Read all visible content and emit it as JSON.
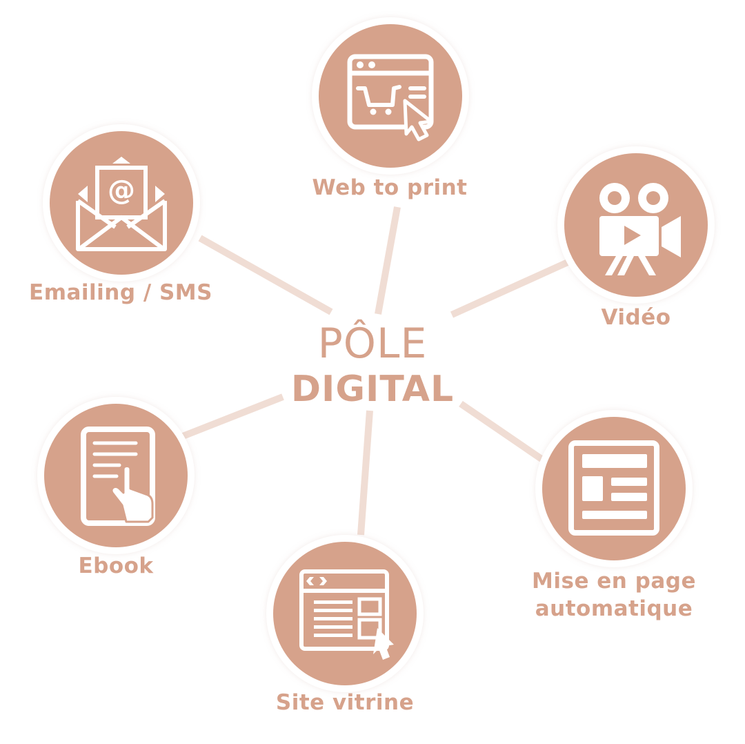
{
  "center": {
    "line1": "PÔLE",
    "line2": "DIGITAL"
  },
  "nodes": [
    {
      "id": "web-to-print",
      "label": "Web to print",
      "icon": "web-shop-icon"
    },
    {
      "id": "video",
      "label": "Vidéo",
      "icon": "movie-camera-icon"
    },
    {
      "id": "mise-en-page",
      "label": "Mise en page\nautomatique",
      "icon": "page-layout-icon"
    },
    {
      "id": "site-vitrine",
      "label": "Site vitrine",
      "icon": "website-cursor-icon"
    },
    {
      "id": "ebook",
      "label": "Ebook",
      "icon": "ebook-tablet-icon"
    },
    {
      "id": "emailing",
      "label": "Emailing / SMS",
      "icon": "email-envelope-icon"
    }
  ],
  "colors": {
    "accent": "#d6a28b",
    "connector": "#f0ddd4",
    "background": "#ffffff"
  }
}
